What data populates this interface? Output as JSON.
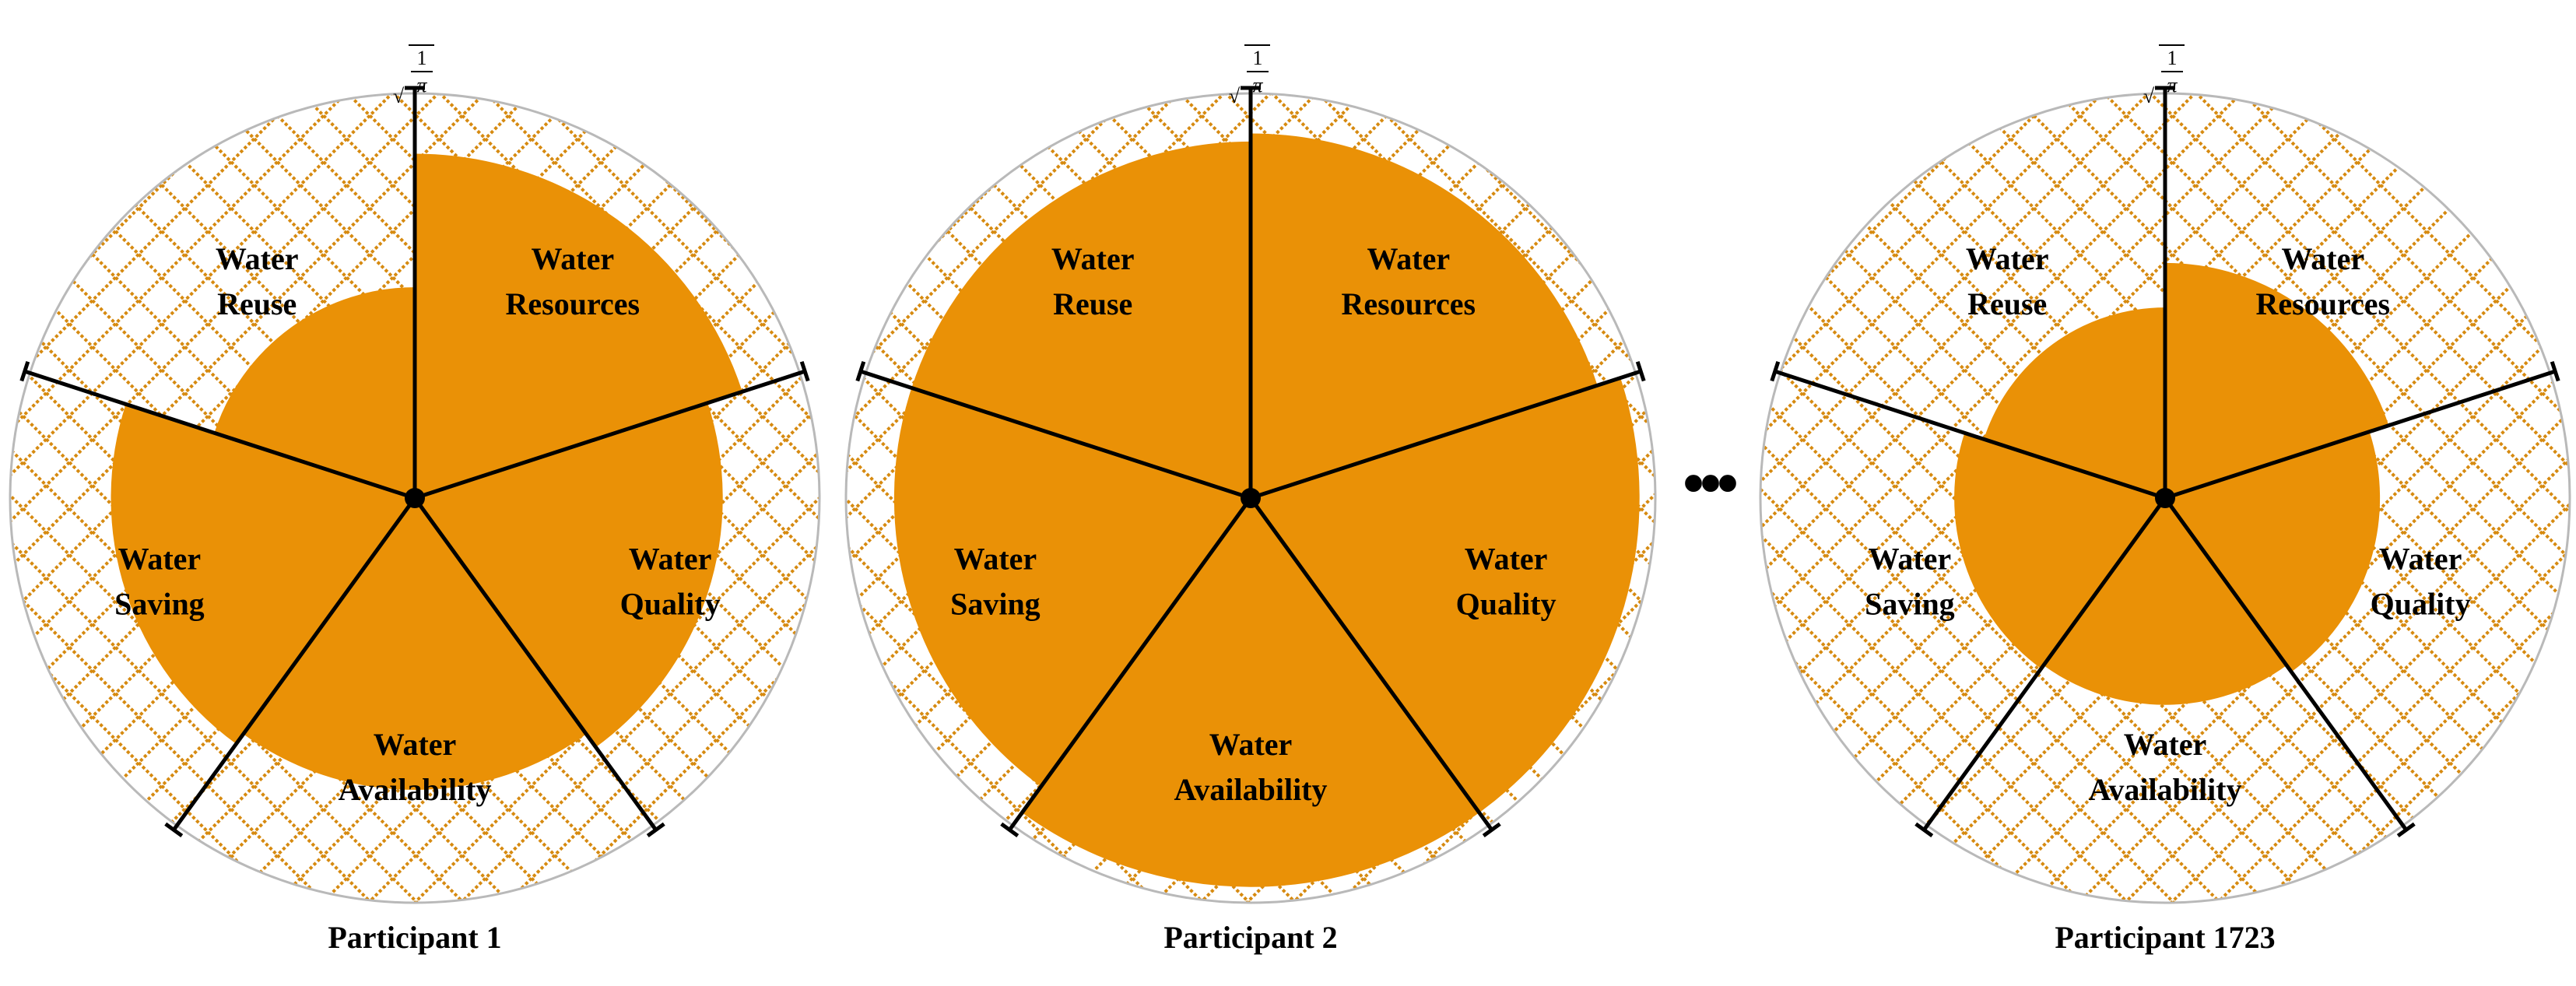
{
  "ellipsis": "•••",
  "colors": {
    "fill": "#ea9106",
    "hatch": "#d68a10",
    "outline": "#b9b9b9",
    "axis": "#000000"
  },
  "chart_data": [
    {
      "type": "polar-area",
      "title": "Participant 1",
      "axis_max_label": {
        "radical": "√",
        "numerator": "1",
        "denominator": "π"
      },
      "categories": [
        "Water Resources",
        "Water Quality",
        "Water Availability",
        "Water Saving",
        "Water Reuse"
      ],
      "label_lines": [
        [
          "Water",
          "Resources"
        ],
        [
          "Water",
          "Quality"
        ],
        [
          "Water",
          "Availability"
        ],
        [
          "Water",
          "Saving"
        ],
        [
          "Water",
          "Reuse"
        ]
      ],
      "values": [
        0.85,
        0.76,
        0.72,
        0.75,
        0.52
      ],
      "ylim": [
        0,
        1
      ]
    },
    {
      "type": "polar-area",
      "title": "Participant 2",
      "axis_max_label": {
        "radical": "√",
        "numerator": "1",
        "denominator": "π"
      },
      "categories": [
        "Water Resources",
        "Water Quality",
        "Water Availability",
        "Water Saving",
        "Water Reuse"
      ],
      "label_lines": [
        [
          "Water",
          "Resources"
        ],
        [
          "Water",
          "Quality"
        ],
        [
          "Water",
          "Availability"
        ],
        [
          "Water",
          "Saving"
        ],
        [
          "Water",
          "Reuse"
        ]
      ],
      "values": [
        0.9,
        0.96,
        0.96,
        0.88,
        0.88
      ],
      "ylim": [
        0,
        1
      ]
    },
    {
      "type": "polar-area",
      "title": "Participant 1723",
      "axis_max_label": {
        "radical": "√",
        "numerator": "1",
        "denominator": "π"
      },
      "categories": [
        "Water Resources",
        "Water Quality",
        "Water Availability",
        "Water Saving",
        "Water Reuse"
      ],
      "label_lines": [
        [
          "Water",
          "Resources"
        ],
        [
          "Water",
          "Quality"
        ],
        [
          "Water",
          "Availability"
        ],
        [
          "Water",
          "Saving"
        ],
        [
          "Water",
          "Reuse"
        ]
      ],
      "values": [
        0.58,
        0.53,
        0.51,
        0.52,
        0.47
      ],
      "ylim": [
        0,
        1
      ]
    }
  ]
}
